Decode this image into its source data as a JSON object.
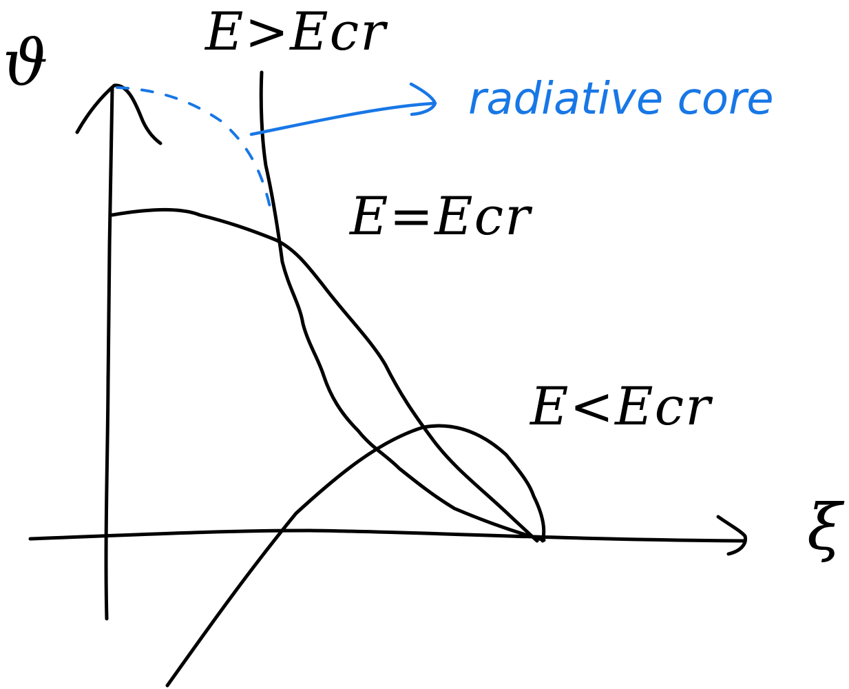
{
  "axes": {
    "y_label": "ϑ",
    "x_label": "ξ"
  },
  "curves": [
    {
      "label": "E>Ecr"
    },
    {
      "label": "E=Ecr"
    },
    {
      "label": "E<Ecr"
    }
  ],
  "annotation": {
    "text": "radiative core",
    "color": "#1877e6"
  },
  "colors": {
    "ink": "#000000",
    "annotation": "#1877e6",
    "background": "#ffffff"
  }
}
